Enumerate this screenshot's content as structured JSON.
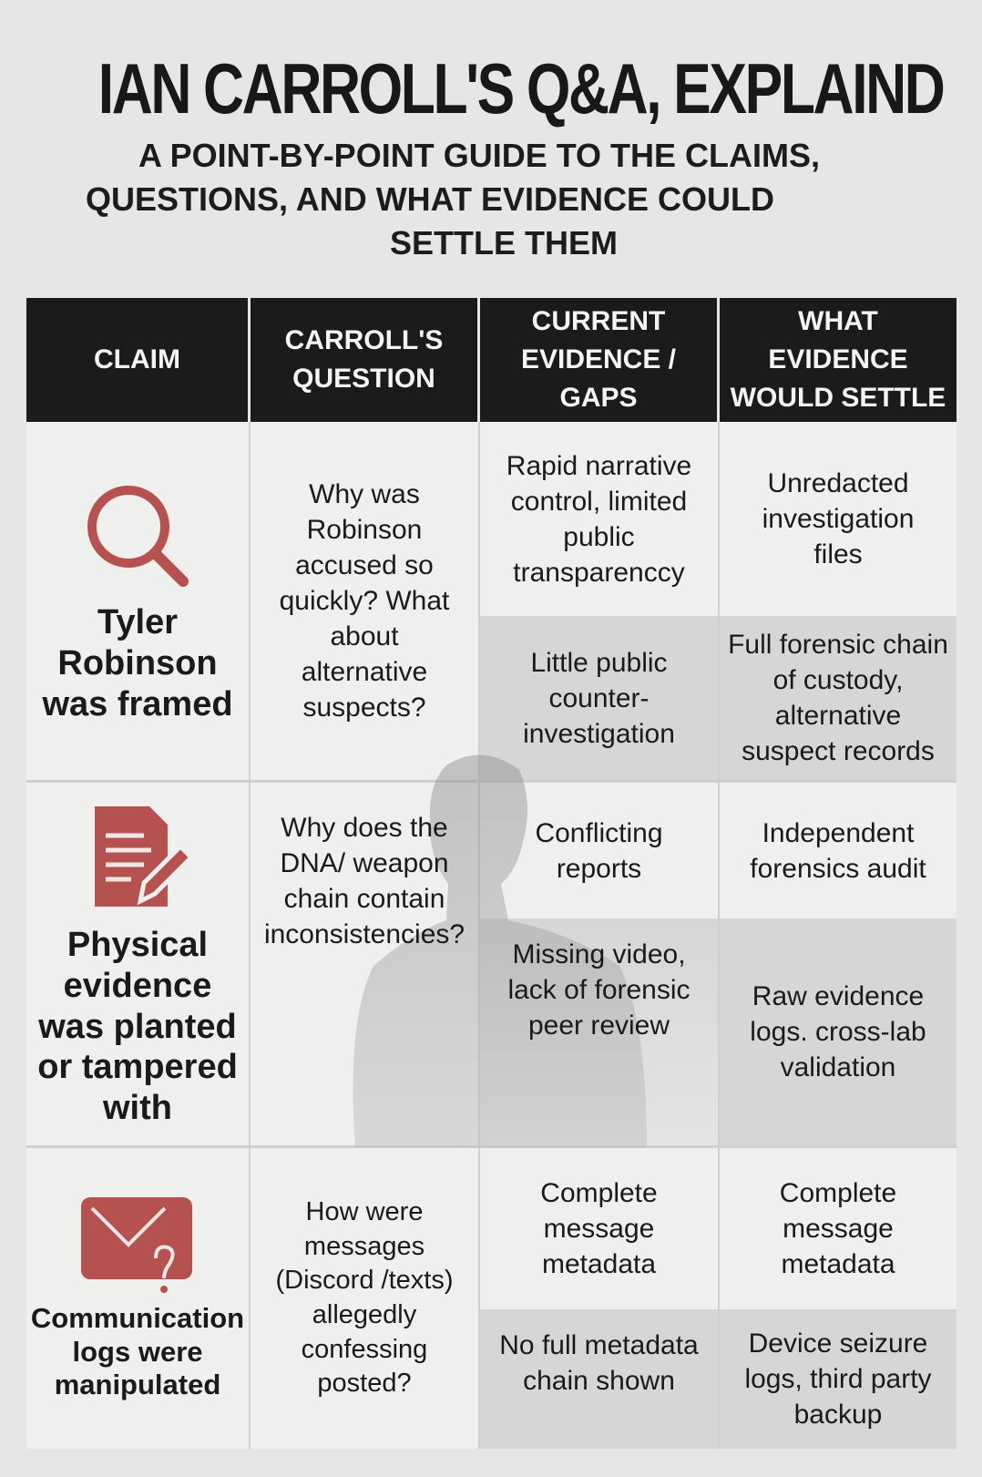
{
  "title": "IAN CARROLL'S Q&A, EXPLAIND",
  "subtitle": [
    "A POINT-BY-POINT GUIDE TO THE CLAIMS,",
    "QUESTIONS, AND WHAT EVIDENCE COULD",
    "SETTLE THEM"
  ],
  "headers": [
    "CLAIM",
    "CARROLL'S QUESTION",
    "CURRENT EVIDENCE / GAPS",
    "WHAT EVIDENCE WOULD SETTLE"
  ],
  "rows": [
    {
      "icon": "magnifier-icon",
      "claim": "Tyler Robinson was framed",
      "question": "Why was Robinson accused so quickly? What about alternative suspects?",
      "evidence": [
        "Rapid narrative control, limited public transparenccy",
        "Little public counter-investigation"
      ],
      "settle": [
        "Unredacted investigation files",
        "Full forensic chain of custody, alternative suspect records"
      ]
    },
    {
      "icon": "document-pencil-icon",
      "claim": "Physical evidence was planted or tampered with",
      "question": "Why does the DNA/ weapon chain contain inconsistencies?",
      "evidence": [
        "Conflicting reports",
        "Missing video, lack of forensic peer review"
      ],
      "settle": [
        "Independent forensics audit",
        "Raw evidence logs. cross-lab validation"
      ]
    },
    {
      "icon": "envelope-question-icon",
      "claim": "Communication logs were manipulated",
      "question": "How were messages (Discord /texts) allegedly confessing posted?",
      "evidence": [
        "Complete message metadata",
        "No full metadata chain shown"
      ],
      "settle": [
        "Complete message metadata",
        "Device seizure logs, third party backup"
      ]
    }
  ],
  "colors": {
    "accent": "#b5514f",
    "header": "#1b1b1b"
  }
}
